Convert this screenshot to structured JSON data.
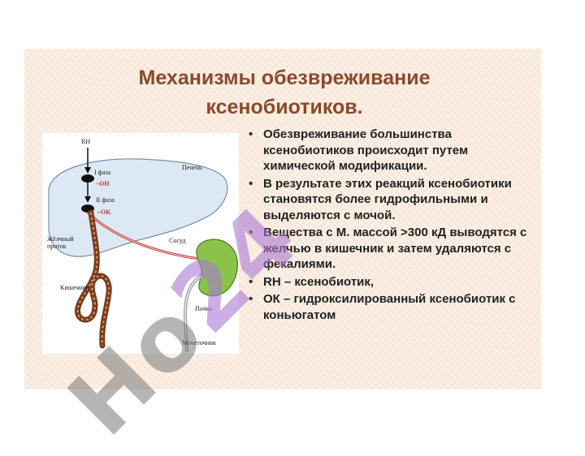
{
  "slide": {
    "title_line1": "Механизмы обезвреживание",
    "title_line2": "ксенобиотиков.",
    "bullets": [
      "Обезвреживание большинства ксенобиотиков происходит путем химической модификации.",
      "В результате этих реакций ксенобиотики становятся более гидрофильными и выделяются с мочой.",
      "Вещества с М. массой >300 кД выводятся с желчью в кишечник и затем удаляются с фекалиями.",
      "RH – ксенобиотик,",
      "ОК – гидроксилированный ксенобиотик с коньюгатом"
    ]
  },
  "figure": {
    "labels": {
      "rh": "RH",
      "phase1": "I фаза",
      "oh": "–OH",
      "phase2": "II фаза",
      "ok": "–OK",
      "liver": "Печень",
      "bile_duct_1": "Жёлчный",
      "bile_duct_2": "проток",
      "vessel": "Сосуд",
      "intestine": "Кишечник",
      "kidney": "Почка",
      "ureter": "Мочеточник"
    }
  },
  "watermark": {
    "text_gray": "Ho",
    "text_purple": "24"
  },
  "colors": {
    "title": "#8a4a2a",
    "slide_bg": "#f9e7d9",
    "liver": "#dce9f5",
    "intestine": "#7a3b1d",
    "kidney": "#8bc34a",
    "vessel": "#c0392b"
  }
}
